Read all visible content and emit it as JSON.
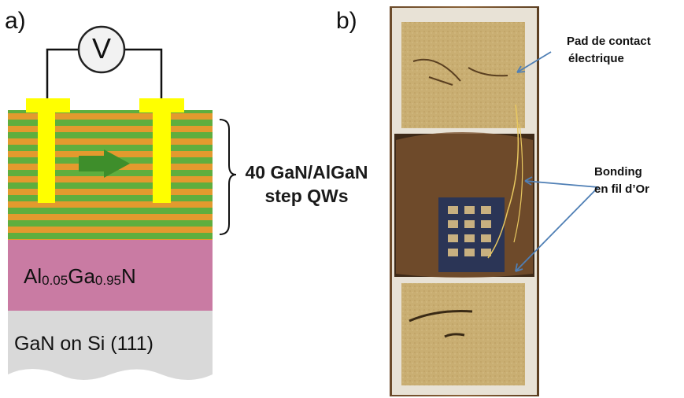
{
  "panel_a": {
    "label": "a)",
    "voltmeter_symbol": "V",
    "layers": {
      "substrate": "GaN on Si (111)",
      "barrier": {
        "base1": "Al",
        "sub1": "0.05",
        "base2": "Ga",
        "sub2": "0.95",
        "base3": "N"
      }
    },
    "qw_annotation_line1": "40 GaN/AlGaN",
    "qw_annotation_line2": "step QWs",
    "colors": {
      "stripe_orange": "#e39a2e",
      "stripe_green": "#5fae3e",
      "contact_yellow": "#ffff00",
      "barrier_pink": "#c97ba3",
      "substrate_gray": "#d9d9d9",
      "arrow_green": "#3e8e2b"
    }
  },
  "panel_b": {
    "label": "b)",
    "annotation_pad_line1": "Pad de contact",
    "annotation_pad_line2": "électrique",
    "annotation_bonding_line1": "Bonding",
    "annotation_bonding_line2": "en fil d’Or",
    "colors": {
      "gold_pad": "#c9ae72",
      "arrow_blue": "#4f7fb5"
    }
  }
}
